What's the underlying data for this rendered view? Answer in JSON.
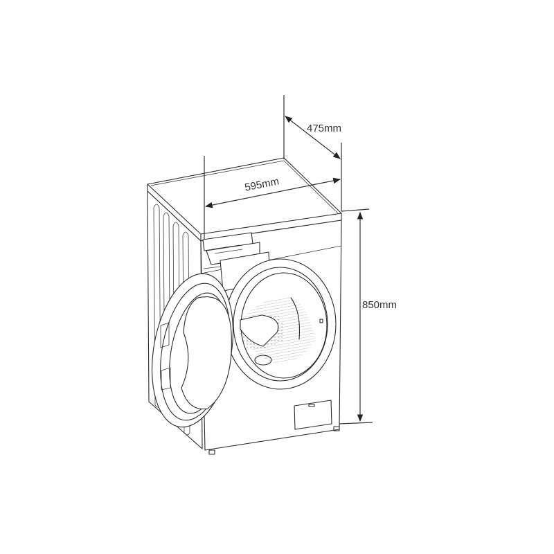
{
  "diagram": {
    "subject": "Front-loading washing machine with open door and detergent drawer",
    "dimensions": {
      "depth": {
        "label": "475mm",
        "value": 475,
        "unit": "mm"
      },
      "width": {
        "label": "595mm",
        "value": 595,
        "unit": "mm"
      },
      "height": {
        "label": "850mm",
        "value": 850,
        "unit": "mm"
      }
    },
    "colors": {
      "line": "#2a2a2a",
      "background": "#ffffff",
      "text": "#333333"
    }
  }
}
